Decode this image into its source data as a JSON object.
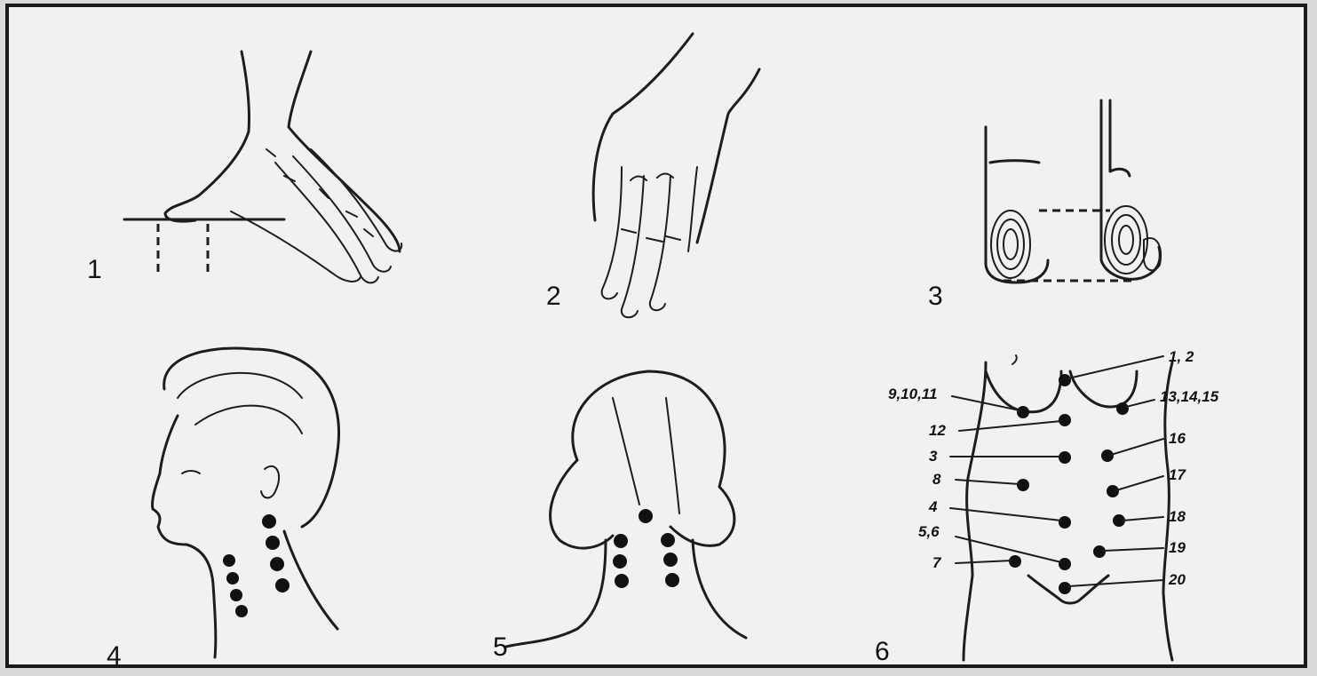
{
  "panels": [
    {
      "id": "1",
      "label": "1"
    },
    {
      "id": "2",
      "label": "2"
    },
    {
      "id": "3",
      "label": "3"
    },
    {
      "id": "4",
      "label": "4"
    },
    {
      "id": "5",
      "label": "5"
    },
    {
      "id": "6",
      "label": "6"
    }
  ],
  "abdomen_point_labels": {
    "p1_2": "1, 2",
    "p9_10_11": "9,10,11",
    "p13_14_15": "13,14,15",
    "p12": "12",
    "p16": "16",
    "p3": "3",
    "p8": "8",
    "p17": "17",
    "p4": "4",
    "p18": "18",
    "p5_6": "5,6",
    "p19": "19",
    "p7": "7",
    "p20": "20"
  }
}
